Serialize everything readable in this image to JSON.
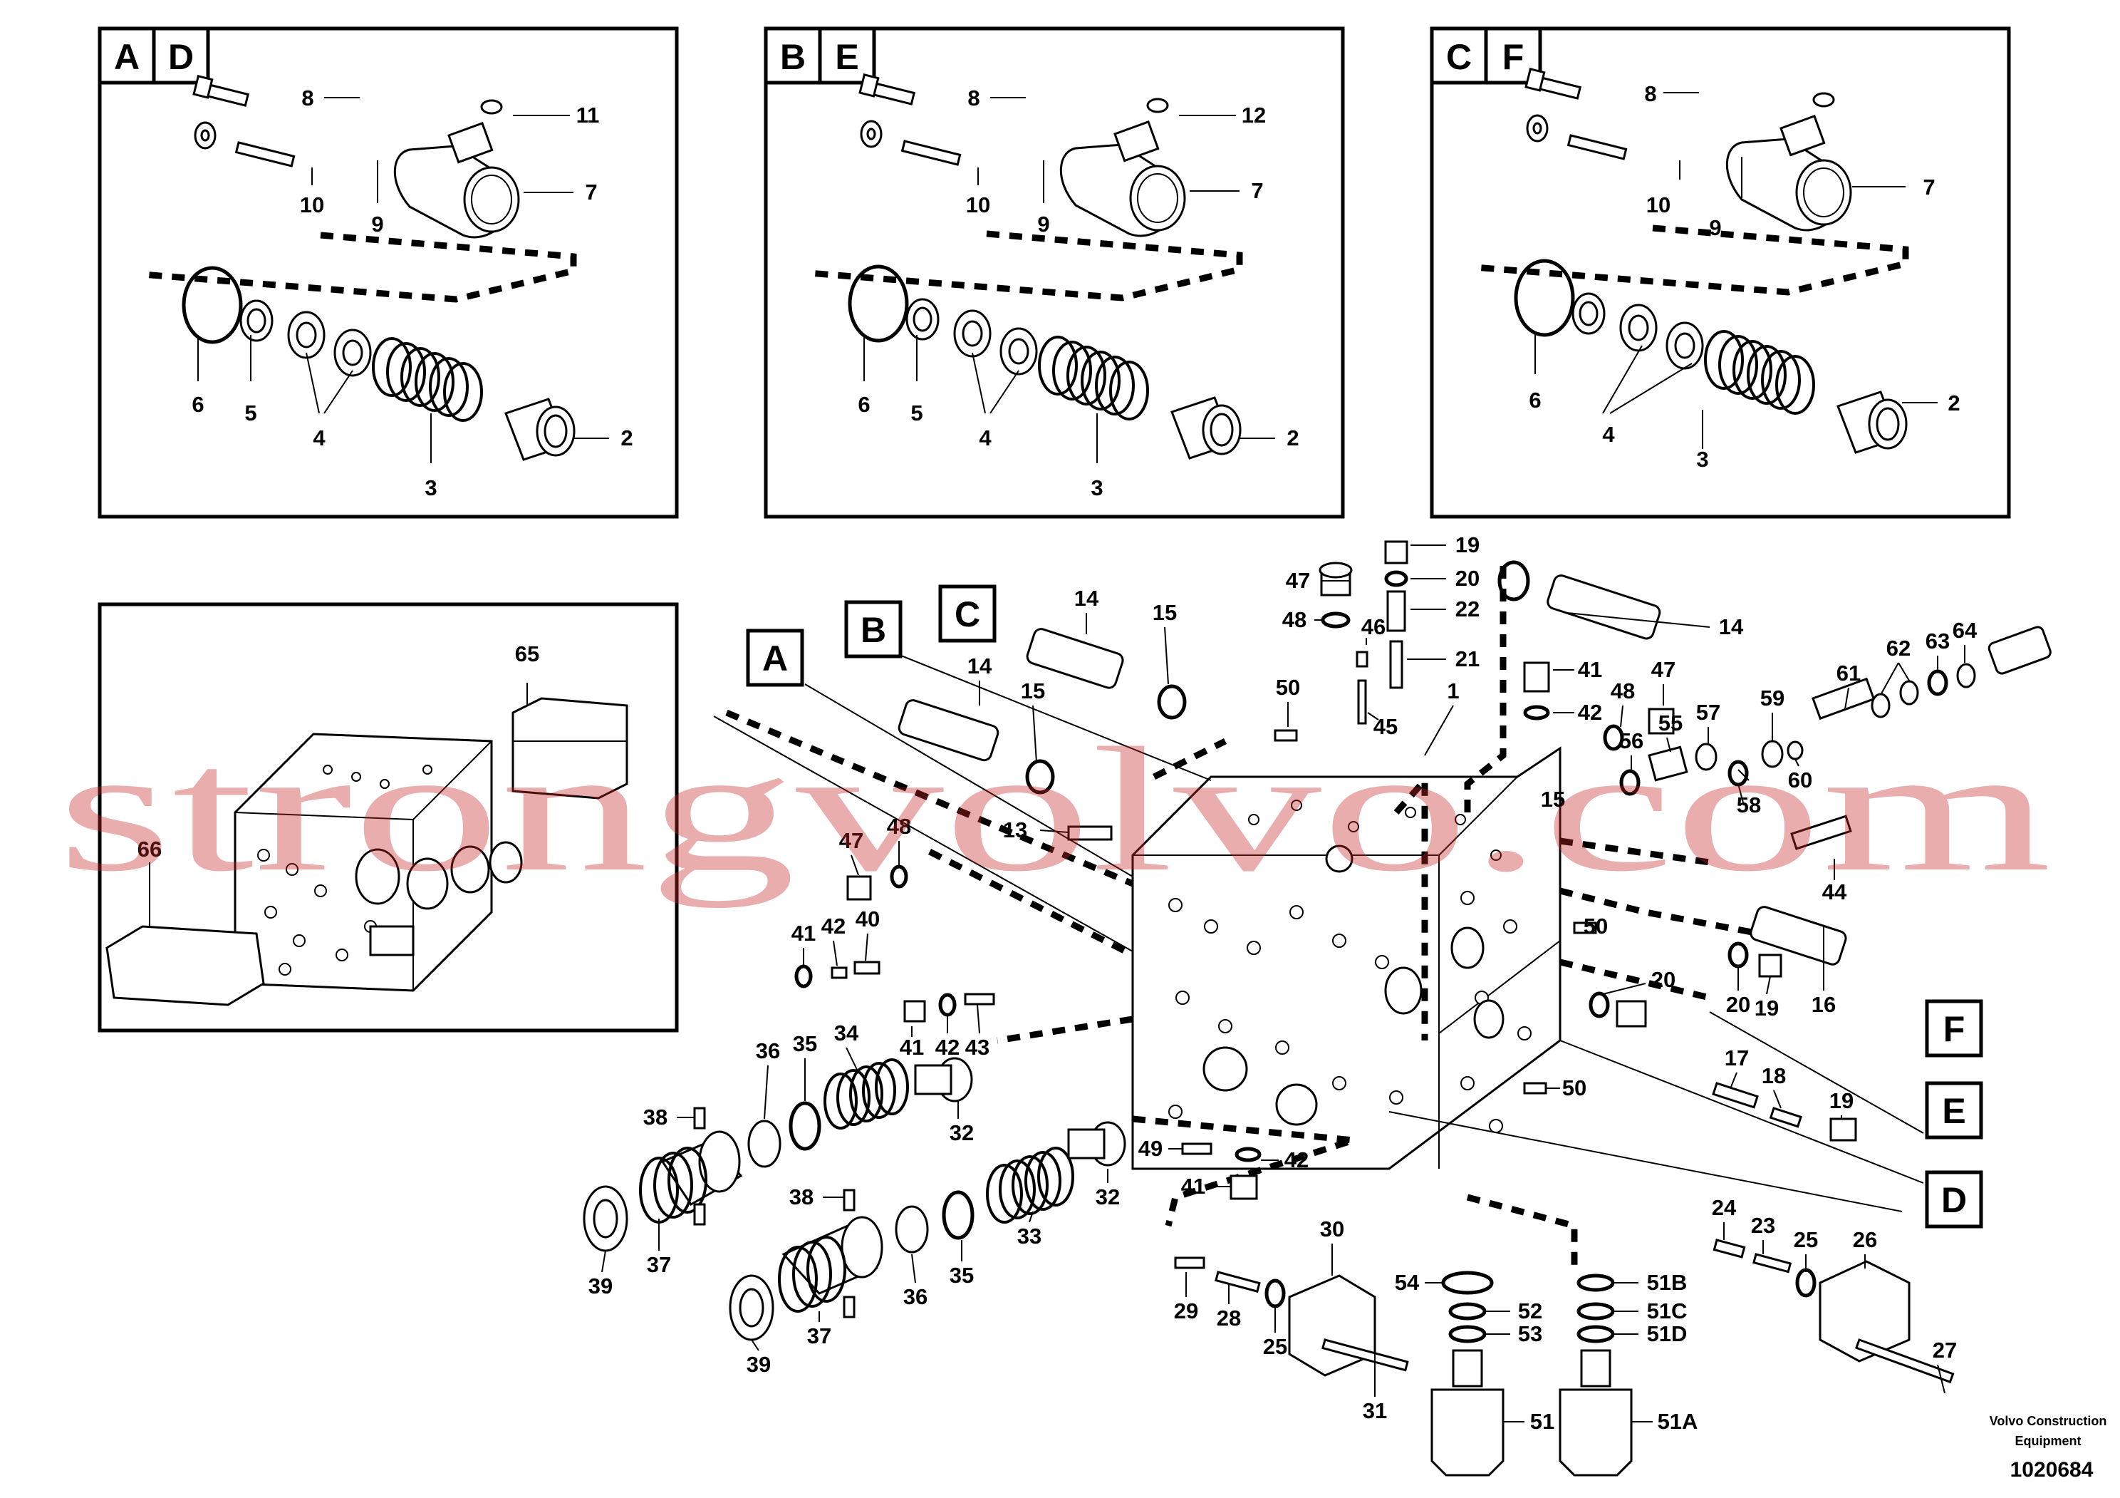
{
  "detail_boxes": [
    {
      "letters": [
        "A",
        "D"
      ],
      "labels": [
        "8",
        "11",
        "10",
        "9",
        "7",
        "6",
        "5",
        "4",
        "3",
        "2"
      ]
    },
    {
      "letters": [
        "B",
        "E"
      ],
      "labels": [
        "8",
        "12",
        "10",
        "9",
        "7",
        "6",
        "5",
        "4",
        "3",
        "2"
      ]
    },
    {
      "letters": [
        "C",
        "F"
      ],
      "labels": [
        "8",
        "10",
        "9",
        "7",
        "6",
        "4",
        "3",
        "2"
      ]
    }
  ],
  "overview_box": {
    "labels": [
      "65",
      "66"
    ]
  },
  "section_markers": [
    "A",
    "B",
    "C",
    "F",
    "E",
    "D"
  ],
  "callouts": [
    "19",
    "20",
    "22",
    "47",
    "48",
    "46",
    "21",
    "14",
    "15",
    "14",
    "15",
    "50",
    "45",
    "1",
    "41",
    "42",
    "48",
    "47",
    "14",
    "15",
    "56",
    "55",
    "57",
    "59",
    "61",
    "62",
    "63",
    "64",
    "60",
    "58",
    "13",
    "47",
    "48",
    "44",
    "41",
    "42",
    "40",
    "50",
    "41",
    "42",
    "43",
    "20",
    "20",
    "19",
    "16",
    "36",
    "35",
    "34",
    "32",
    "38",
    "17",
    "18",
    "19",
    "49",
    "42",
    "41",
    "50",
    "32",
    "38",
    "36",
    "35",
    "33",
    "39",
    "37",
    "37",
    "39",
    "30",
    "24",
    "23",
    "25",
    "26",
    "54",
    "52",
    "53",
    "51B",
    "51C",
    "51D",
    "29",
    "28",
    "25",
    "31",
    "51",
    "51A",
    "27"
  ],
  "watermark": "strongvolvo.com",
  "credit": {
    "line1": "Volvo Construction",
    "line2": "Equipment"
  },
  "document_number": "1020684"
}
